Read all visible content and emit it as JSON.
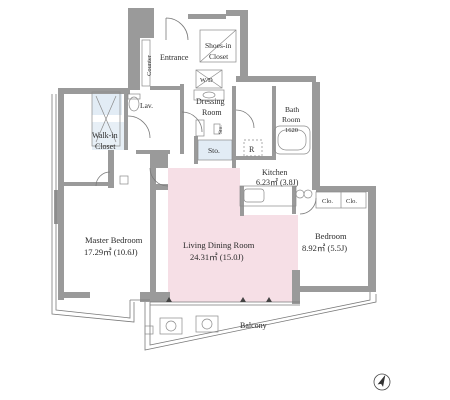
{
  "colors": {
    "wall": "#9a9a9a",
    "living_fill": "#f6dfe6",
    "wet_area_fill": "#cfe0ee",
    "outline": "#6f6f6f"
  },
  "rooms": {
    "entrance": "Entrance",
    "shoes_in_closet_line1": "Shoes-in",
    "shoes_in_closet_line2": "Closet",
    "counter": "Counter",
    "washer_dryer": "W/D",
    "lavatory": "Lav.",
    "dressing_room_line1": "Dressing",
    "dressing_room_line2": "Room",
    "bath_room_line1": "Bath",
    "bath_room_line2": "Room",
    "bath_size": "1620",
    "walk_in_closet_line1": "Walk-in",
    "walk_in_closet_line2": "Closet",
    "storage": "Sto.",
    "storage_small": "Sto.",
    "refrigerator": "R",
    "kitchen_name": "Kitchen",
    "kitchen_area": "6.23㎡ (3.8J)",
    "closet_a": "Clo.",
    "closet_b": "Clo.",
    "master_bedroom_name": "Master Bedroom",
    "master_bedroom_area": "17.29㎡ (10.6J)",
    "living_dining_name": "Living Dining Room",
    "living_dining_area": "24.31㎡ (15.0J)",
    "bedroom_name": "Bedroom",
    "bedroom_area": "8.92㎡ (5.5J)",
    "balcony": "Balcony"
  },
  "icons": {
    "compass": "north-arrow-icon",
    "outdoor_unit": "ac-outdoor-unit-icon"
  }
}
